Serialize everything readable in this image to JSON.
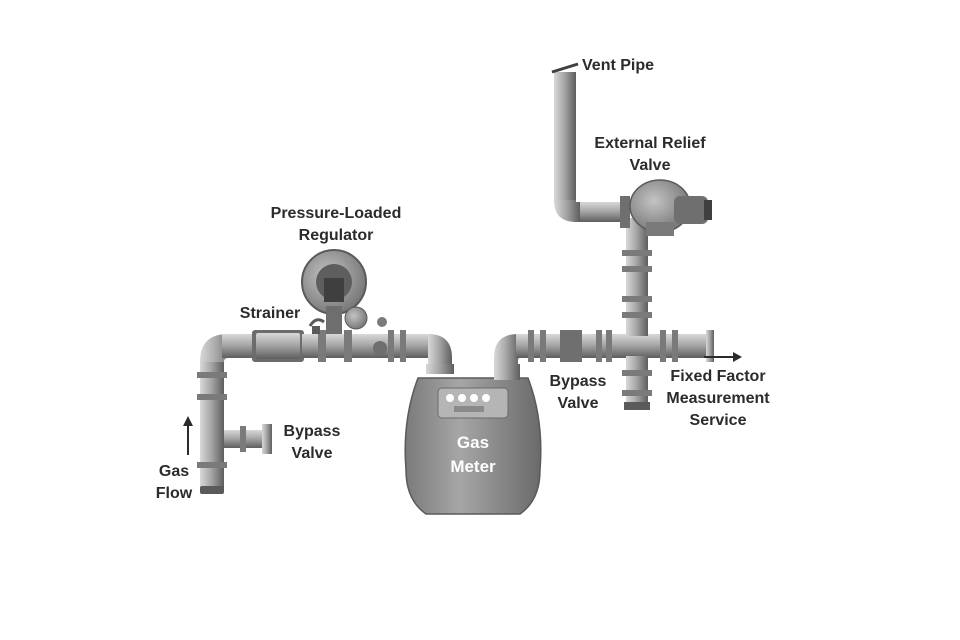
{
  "labels": {
    "vent_pipe": "Vent Pipe",
    "external_relief_line1": "External Relief",
    "external_relief_line2": "Valve",
    "regulator_line1": "Pressure-Loaded",
    "regulator_line2": "Regulator",
    "strainer": "Strainer",
    "bypass_left_line1": "Bypass",
    "bypass_left_line2": "Valve",
    "gas_flow_line1": "Gas",
    "gas_flow_line2": "Flow",
    "meter_line1": "Gas",
    "meter_line2": "Meter",
    "bypass_right_line1": "Bypass",
    "bypass_right_line2": "Valve",
    "fixed_factor_line1": "Fixed Factor",
    "fixed_factor_line2": "Measurement",
    "fixed_factor_line3": "Service"
  },
  "colors": {
    "pipe_dark": "#6f6f6f",
    "pipe_mid": "#9a9a9a",
    "pipe_light": "#c8c8c8",
    "meter": "#8a8a8a",
    "text": "#2b2b2b"
  }
}
